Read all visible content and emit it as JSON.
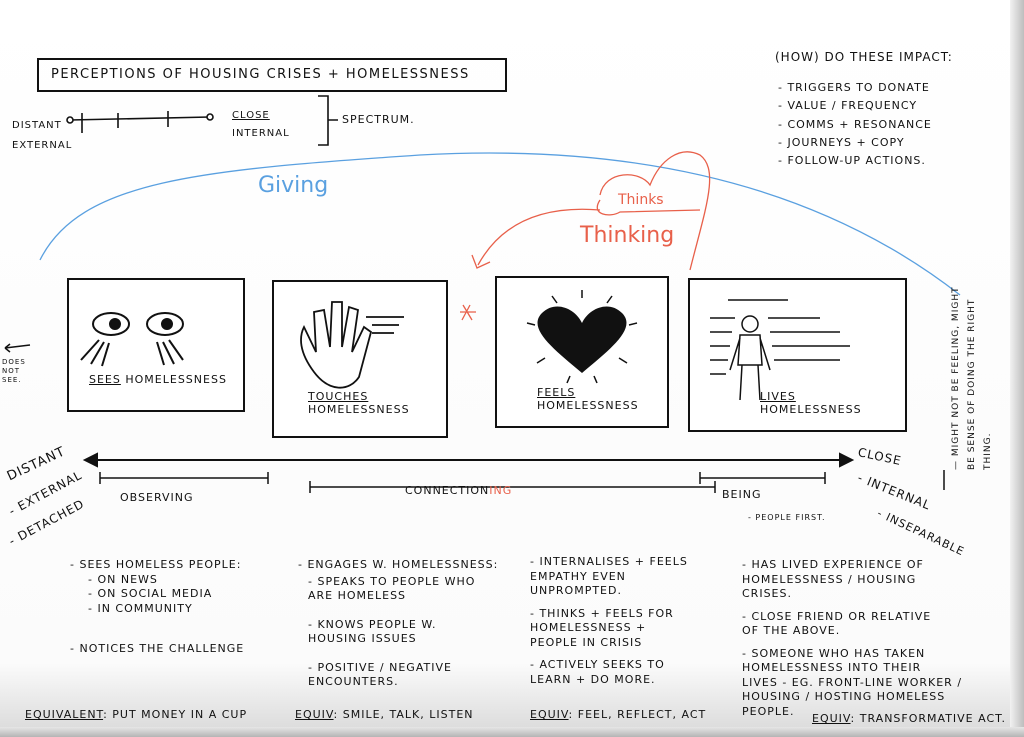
{
  "title": "Perceptions of housing crises + homelessness",
  "spectrum": {
    "left_top": "Distant",
    "left_bottom": "External",
    "right_top": "Close",
    "right_bottom": "Internal",
    "label": "Spectrum."
  },
  "impact": {
    "heading": "(How) do these impact:",
    "items": [
      "- Triggers to donate",
      "- Value / frequency",
      "- Comms + resonance",
      "- Journeys + copy",
      "- Follow-up actions."
    ]
  },
  "annotations": {
    "giving": "Giving",
    "thinks": "Thinks",
    "thinking": "Thinking",
    "does_not_see": "Does not see.",
    "connection_suffix": "ING",
    "people_first": "- People first."
  },
  "colors": {
    "blue": "#5aa0e0",
    "red": "#e8604a",
    "ink": "#111111"
  },
  "stages": [
    {
      "label_under": "Sees",
      "label_rest": " Homelessness",
      "icon": "eyes-icon"
    },
    {
      "label_under": "Touches",
      "label_rest": "Homelessness",
      "icon": "hand-icon"
    },
    {
      "label_under": "Feels",
      "label_rest": "Homelessness",
      "icon": "heart-icon"
    },
    {
      "label_under": "Lives",
      "label_rest": "Homelessness",
      "icon": "person-icon"
    }
  ],
  "axis": {
    "left": [
      "Distant",
      "- External",
      "- Detached"
    ],
    "right": [
      "Close",
      "- Internal",
      "- Inseparable"
    ],
    "segments": [
      "Observing",
      "Connection",
      "Being"
    ]
  },
  "side_note": "— Might not be feeling, might be sense of doing the right thing.",
  "columns": [
    {
      "items": [
        "- Sees homeless people:",
        "- On news",
        "- On social media",
        "- In community",
        "- Notices the challenge"
      ],
      "equiv_label": "Equivalent",
      "equiv": ": Put money in a cup"
    },
    {
      "items": [
        "- Engages w. homelessness:",
        "- Speaks to people who\nare homeless",
        "- Knows people w.\nhousing issues",
        "- Positive / negative\nencounters."
      ],
      "equiv_label": "Equiv",
      "equiv": ": Smile, talk, listen"
    },
    {
      "items": [
        "- Internalises + feels\nempathy even\nunprompted.",
        "- Thinks + feels for\nhomelessness +\npeople in crisis",
        "- Actively seeks to\nlearn + do more."
      ],
      "equiv_label": "Equiv",
      "equiv": ": Feel, reflect, act"
    },
    {
      "items": [
        "- Has lived experience of\nhomelessness / housing\ncrises.",
        "- Close friend or relative\nof the above.",
        "- Someone who has taken\nhomelessness into their\nlives - eg. front-line worker /\nhousing / hosting homeless\npeople."
      ],
      "equiv_label": "Equiv",
      "equiv": ": Transformative act."
    }
  ]
}
